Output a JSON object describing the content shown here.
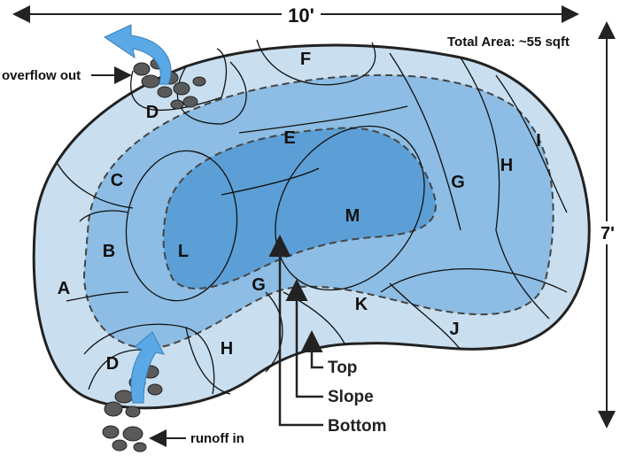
{
  "dimensions": {
    "width_label": "10'",
    "height_label": "7'"
  },
  "total_area": "Total Area: ~55 sqft",
  "annotations": {
    "overflow": "overflow out",
    "runoff": "runoff in"
  },
  "depth_callouts": {
    "top": "Top",
    "slope": "Slope",
    "bottom": "Bottom"
  },
  "zones": [
    "F",
    "D",
    "E",
    "C",
    "B",
    "L",
    "M",
    "G",
    "A",
    "G",
    "H",
    "I",
    "K",
    "J",
    "D",
    "H"
  ],
  "colors": {
    "top": "#c9dff0",
    "slope": "#8dbde4",
    "bottom": "#5c9fd6",
    "arrow": "#5aa9e6",
    "rock": "#555555"
  }
}
